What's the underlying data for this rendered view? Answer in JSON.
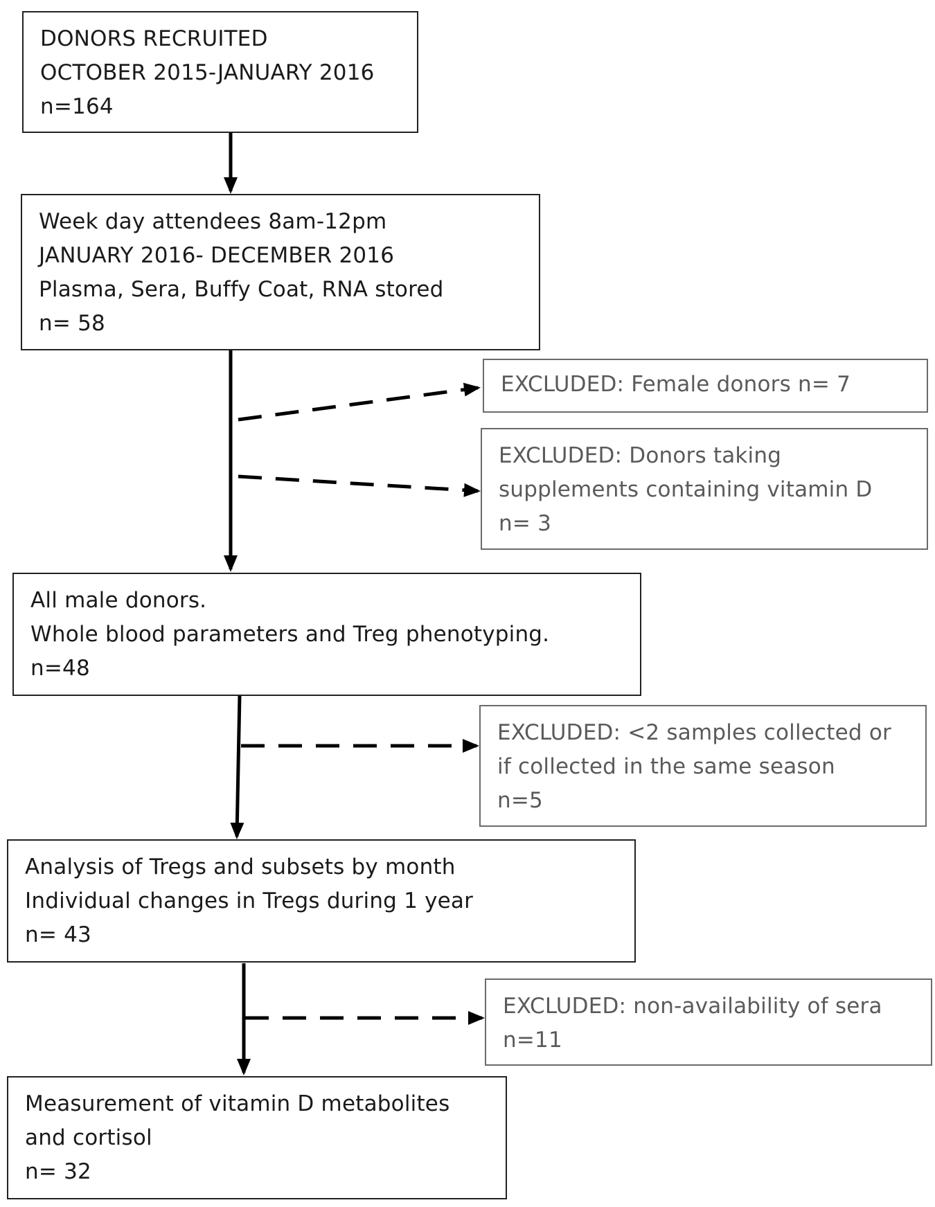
{
  "boxes": {
    "recruited": [
      "DONORS RECRUITED",
      "OCTOBER 2015-JANUARY 2016",
      "n=164"
    ],
    "attendees": [
      "Week day attendees 8am-12pm",
      "JANUARY 2016- DECEMBER 2016",
      "Plasma, Sera, Buffy Coat, RNA stored",
      "n= 58"
    ],
    "male": [
      "All male donors.",
      "Whole blood parameters and Treg phenotyping.",
      "n=48"
    ],
    "analysis": [
      "Analysis of Tregs and subsets by month",
      "Individual changes in Tregs during 1 year",
      "n= 43"
    ],
    "measurement": [
      "Measurement of vitamin D metabolites",
      "and cortisol",
      "n= 32"
    ]
  },
  "exclusions": {
    "female": [
      "EXCLUDED: Female donors  n= 7"
    ],
    "supplements": [
      "EXCLUDED: Donors taking",
      "supplements containing vitamin D",
      "n= 3"
    ],
    "samples": [
      "EXCLUDED: <2 samples collected or",
      "if collected in the same season",
      "n=5"
    ],
    "sera": [
      "EXCLUDED: non-availability of sera",
      "n=11"
    ]
  },
  "colors": {
    "main_border": "#222222",
    "excluded_border": "#6a6a6a",
    "excluded_text": "#5a5a5a",
    "arrow": "#000000"
  }
}
